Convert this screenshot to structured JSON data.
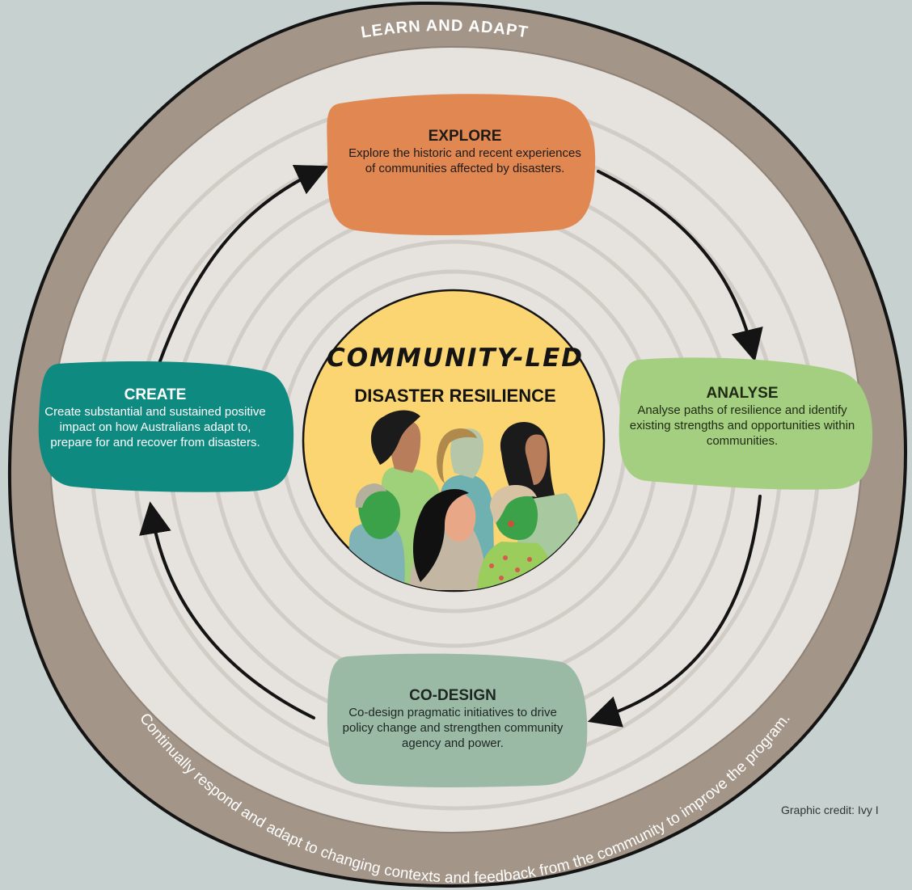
{
  "ring": {
    "top_label": "LEARN AND ADAPT",
    "bottom_label": "Continually respond and adapt to changing contexts and feedback from the community to improve the program."
  },
  "center": {
    "title_line1": "COMMUNITY-LED",
    "title_line2": "DISASTER RESILIENCE",
    "illustration_icon": "diverse-people-profiles-icon"
  },
  "stages": {
    "explore": {
      "title": "EXPLORE",
      "description": "Explore the historic and recent experiences of communities affected by disasters.",
      "color": "#e08752"
    },
    "analyse": {
      "title": "ANALYSE",
      "description": "Analyse paths of resilience and identify existing strengths and opportunities within communities.",
      "color": "#a5cf80"
    },
    "codesign": {
      "title": "CO-DESIGN",
      "description": "Co-design pragmatic initiatives to drive policy change and strengthen community agency and power.",
      "color": "#9bbaa6"
    },
    "create": {
      "title": "CREATE",
      "description": "Create substantial and sustained positive impact on how Australians adapt to, prepare for and recover from disasters.",
      "color": "#0f8a80"
    }
  },
  "colors": {
    "background": "#c7d1cf",
    "outer_ring": "#a39587",
    "inner_disc": "#e6e2de",
    "center_circle": "#fbd571"
  },
  "credit": "Graphic credit: Ivy I"
}
